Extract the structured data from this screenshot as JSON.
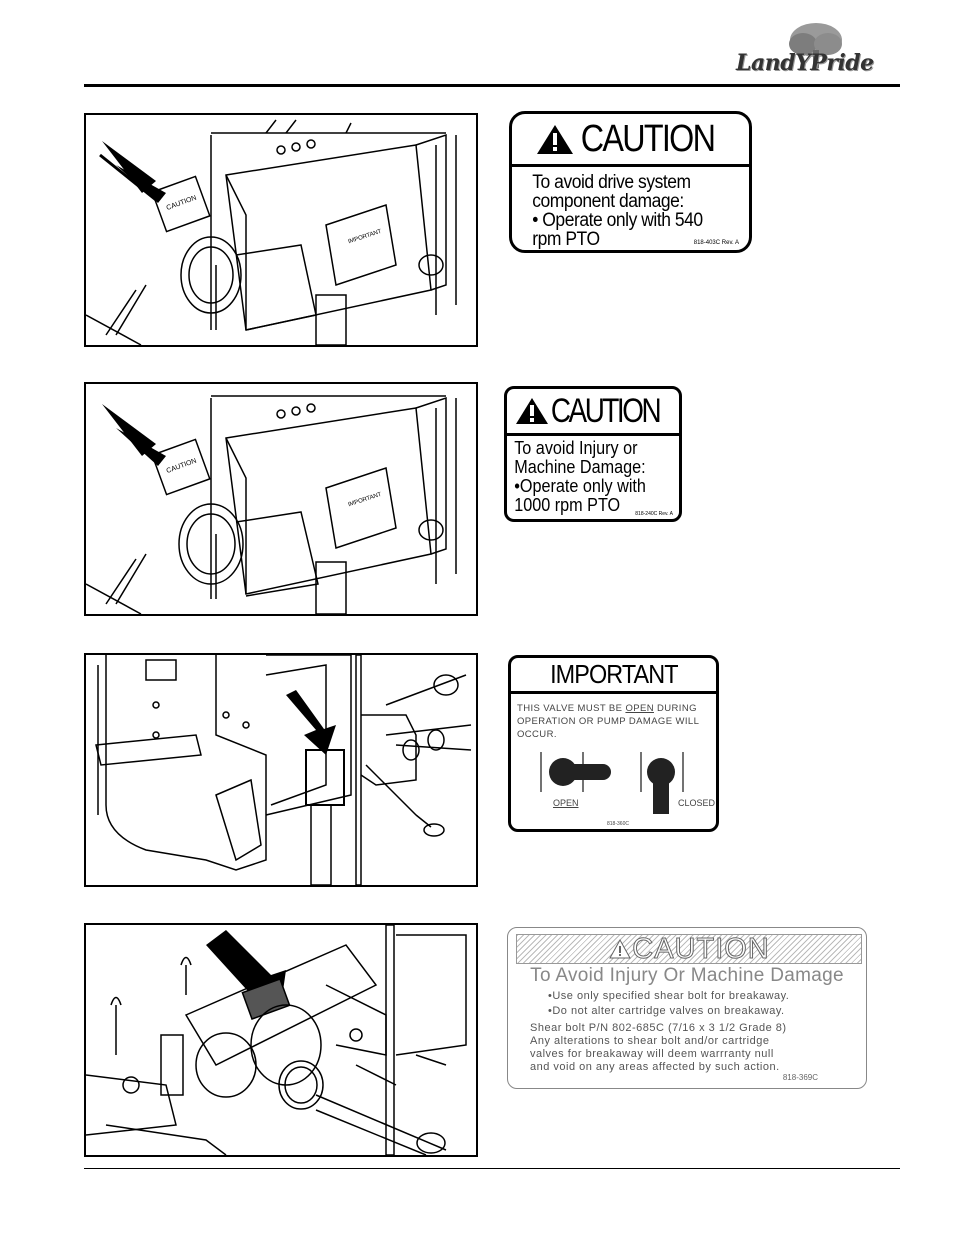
{
  "header": {
    "logo_text": "LandYPride"
  },
  "decals": {
    "caution_540": {
      "title": "CAUTION",
      "lines": [
        "To avoid drive system",
        "component damage:",
        "• Operate only with 540",
        "rpm PTO"
      ],
      "part_no": "818-403C Rev. A"
    },
    "caution_1000": {
      "title": "CAUTION",
      "lines": [
        "To avoid Injury or",
        "Machine Damage:",
        "•Operate only with",
        "1000 rpm PTO"
      ],
      "part_no": "818-240C Rev. A"
    },
    "important_valve": {
      "title": "IMPORTANT",
      "line1_a": "THIS VALVE MUST BE ",
      "line1_b": "OPEN",
      "line1_c": " DURING",
      "line2": "OPERATION OR PUMP DAMAGE WILL",
      "line3": "OCCUR.",
      "open_label": "OPEN",
      "closed_label": "CLOSED",
      "part_no": "818-360C"
    },
    "caution_shear": {
      "title": "CAUTION",
      "subtitle": "To Avoid Injury Or Machine Damage",
      "bullets": [
        "•Use only specified shear bolt for breakaway.",
        "•Do not alter cartridge valves on breakaway."
      ],
      "para": [
        "Shear bolt P/N 802-685C (7/16 x 3 1/2 Grade 8)",
        "Any alterations to shear bolt and/or cartridge",
        "valves for breakaway will deem warrranty null",
        "and void on any areas affected by such action."
      ],
      "part_no": "818-369C"
    }
  },
  "figures": {
    "fig1": {
      "decal_title": "CAUTION",
      "label_title": "IMPORTANT"
    },
    "fig2": {
      "decal_title": "CAUTION",
      "label_title": "IMPORTANT"
    }
  }
}
